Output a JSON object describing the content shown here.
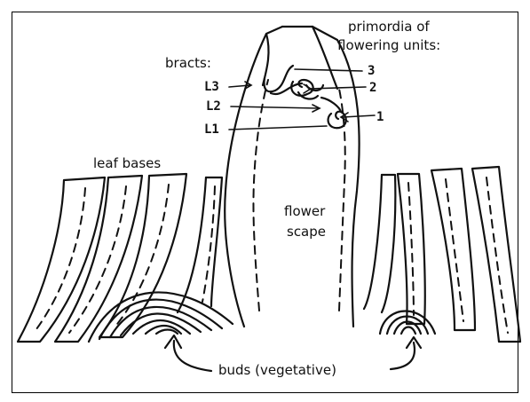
{
  "labels": {
    "bracts": "bracts:",
    "primordia_line1": "primordia of",
    "primordia_line2": "flowering units:",
    "leaf_bases": "leaf bases",
    "flower_line1": "flower",
    "flower_line2": "scape",
    "buds": "buds (vegetative)"
  },
  "bract_tags": [
    "L3",
    "L2",
    "L1"
  ],
  "unit_tags": [
    "3",
    "2",
    "1"
  ]
}
